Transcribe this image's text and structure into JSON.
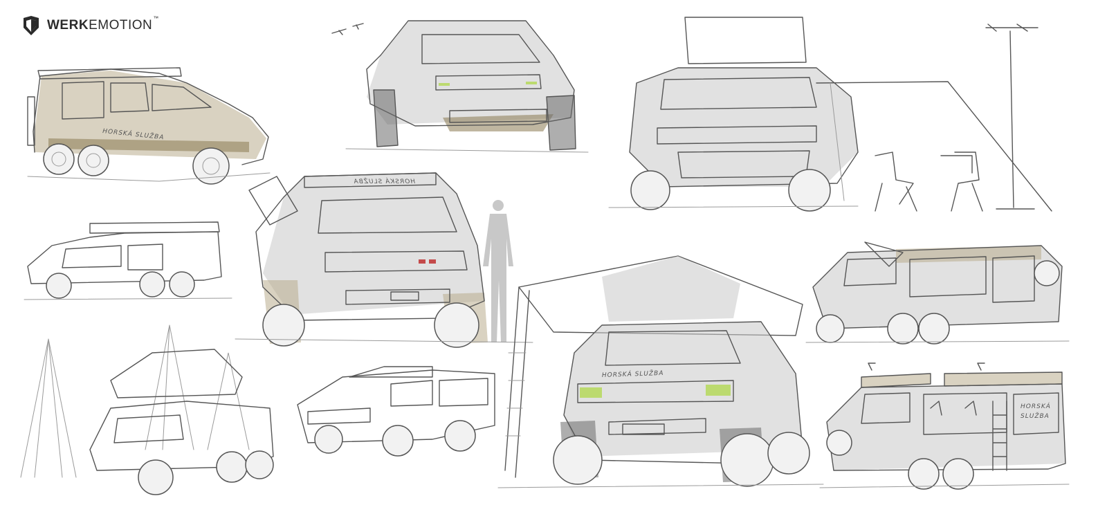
{
  "brand": {
    "name_bold": "WERK",
    "name_regular": "EMOTION",
    "trademark": "™",
    "icon": "shield-logo-icon"
  },
  "vehicle_lettering": {
    "side_panel": "HORSKÁ SLUŽBA",
    "hood": "HORSKÁ SLUŽBA",
    "rear_panel_line1": "HORSKÁ",
    "rear_panel_line2": "SLUŽBA"
  },
  "colors": {
    "paper": "#ffffff",
    "line": "#555555",
    "khaki": "#b9ad8e",
    "olive": "#8a7a52",
    "accent_lime": "#b5d85a",
    "accent_red": "#c44a4a"
  }
}
